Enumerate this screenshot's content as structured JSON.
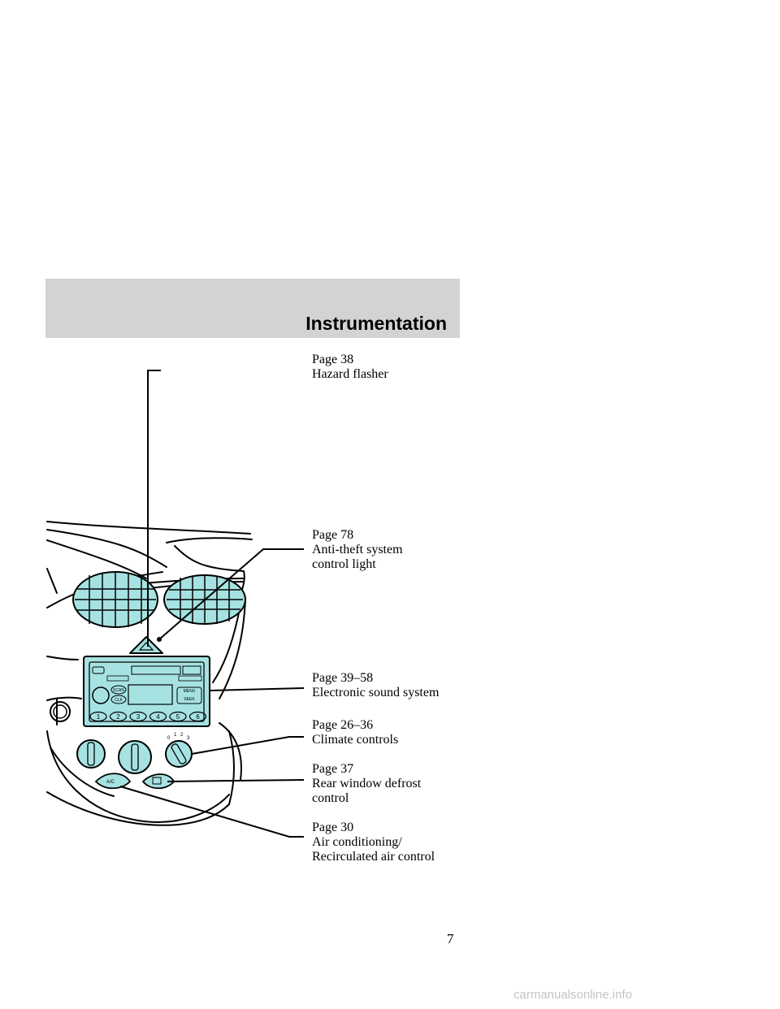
{
  "header": {
    "title": "Instrumentation"
  },
  "callouts": {
    "hazard": {
      "page": "Page 38",
      "label": "Hazard flasher"
    },
    "antitheft": {
      "page": "Page 78",
      "label_line1": "Anti-theft system",
      "label_line2": "control light"
    },
    "sound": {
      "page": "Page 39–58",
      "label": "Electronic sound system"
    },
    "climate": {
      "page": "Page 26–36",
      "label": "Climate controls"
    },
    "defrost": {
      "page": "Page 37",
      "label_line1": "Rear window defrost",
      "label_line2": "control"
    },
    "aircon": {
      "page": "Page 30",
      "label_line1": "Air conditioning/",
      "label_line2": "Recirculated air control"
    }
  },
  "radio": {
    "buttons": [
      "1",
      "2",
      "3",
      "4",
      "5",
      "6"
    ],
    "labels": {
      "scan": "SCAN",
      "clk": "CLK",
      "menu": "MENU",
      "seek": "SEEK",
      "ac": "A/C"
    }
  },
  "colors": {
    "panel": "#a6e2e2",
    "header_band": "#d3d3d3",
    "line": "#000000"
  },
  "footer": {
    "page_number": "7",
    "watermark": "carmanualsonline.info"
  }
}
